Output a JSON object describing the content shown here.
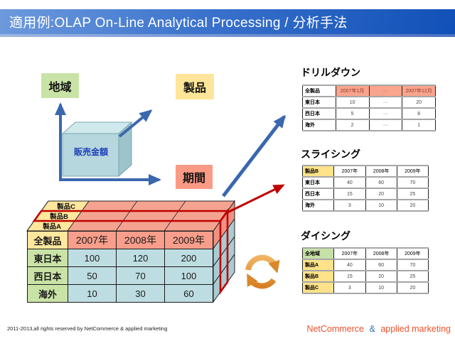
{
  "header": {
    "title": "適用例:OLAP  On-Line Analytical Processing / 分析手法"
  },
  "axes": {
    "region": "地域",
    "product": "製品",
    "period": "期間",
    "measure": "販売金額"
  },
  "cube_table": {
    "layers": [
      "製品C",
      "製品B",
      "製品A"
    ],
    "header": [
      "全製品",
      "2007年",
      "2008年",
      "2009年"
    ],
    "rows": [
      {
        "label": "東日本",
        "values": [
          "100",
          "120",
          "200"
        ]
      },
      {
        "label": "西日本",
        "values": [
          "50",
          "70",
          "100"
        ]
      },
      {
        "label": "海外",
        "values": [
          "10",
          "30",
          "60"
        ]
      }
    ]
  },
  "drilldown": {
    "title": "ドリルダウン",
    "header": [
      "全製品",
      "2007年1月",
      "···",
      "2007年12月"
    ],
    "rows": [
      {
        "label": "東日本",
        "values": [
          "10",
          "···",
          "20"
        ]
      },
      {
        "label": "西日本",
        "values": [
          "5",
          "···",
          "8"
        ]
      },
      {
        "label": "海外",
        "values": [
          "2",
          "···",
          "1"
        ]
      }
    ]
  },
  "slicing": {
    "title": "スライシング",
    "header": [
      "製品B",
      "2007年",
      "2008年",
      "2009年"
    ],
    "rows": [
      {
        "label": "東日本",
        "values": [
          "40",
          "60",
          "70"
        ]
      },
      {
        "label": "西日本",
        "values": [
          "15",
          "20",
          "25"
        ]
      },
      {
        "label": "海外",
        "values": [
          "3",
          "10",
          "20"
        ]
      }
    ]
  },
  "dicing": {
    "title": "ダイシング",
    "header": [
      "全地域",
      "2007年",
      "2008年",
      "2009年"
    ],
    "rows": [
      {
        "label": "製品A",
        "values": [
          "40",
          "60",
          "70"
        ]
      },
      {
        "label": "製品B",
        "values": [
          "15",
          "20",
          "25"
        ]
      },
      {
        "label": "製品C",
        "values": [
          "3",
          "10",
          "20"
        ]
      }
    ]
  },
  "footer": {
    "copyright": "2011-2013,all rights reserved by NetCommerce & applied marketing",
    "logo": {
      "netcommerce": "NetCommerce",
      "amp": "&",
      "applied": "applied marketing"
    }
  },
  "icons": {
    "cycle_arrows": "two orange curved arrows forming a circle"
  },
  "colors": {
    "header_blue_left": "#6d9add",
    "header_blue_right": "#1150b8",
    "salmon": "#f89e8b",
    "yellow": "#ffe79e",
    "green": "#c9e3a6",
    "cell_blue": "#bedde2",
    "highlight_red": "#c00000",
    "arrow_blue": "#3a67ae",
    "cycle_orange": "#e0912f",
    "logo_red": "#e8512e",
    "logo_blue": "#2f6eb5"
  }
}
